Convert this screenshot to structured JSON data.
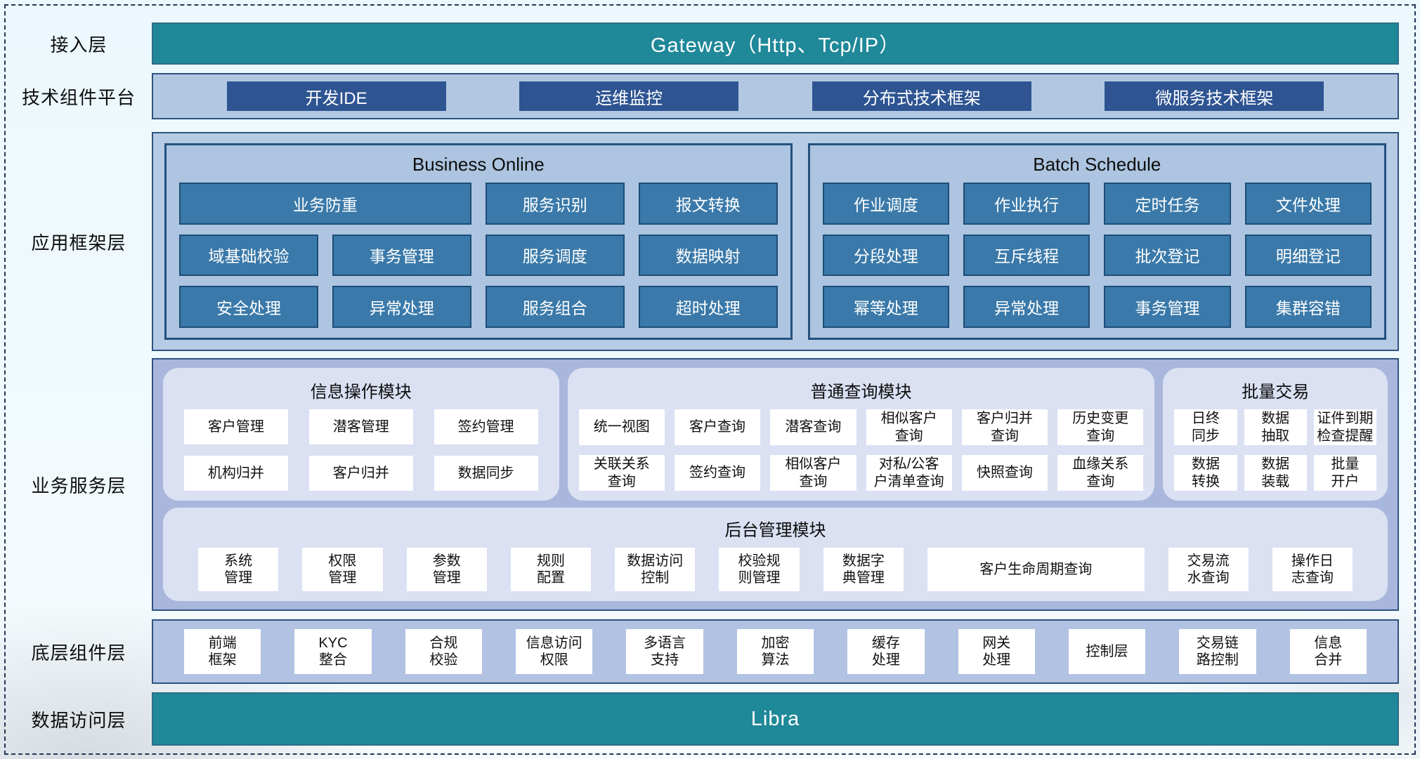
{
  "colors": {
    "teal_bar": "#1f8899",
    "navy_button": "#2e5492",
    "steel_button": "#3a79a9",
    "panel_light_blue": "#b6cbe4",
    "panel_periwinkle": "#a8b7db",
    "module_lavender": "#dbe1f3",
    "card_white": "#ffffff",
    "border_navy": "#2e5380"
  },
  "access": {
    "label": "接入层",
    "text": "Gateway（Http、Tcp/IP）"
  },
  "tech": {
    "label": "技术组件平台",
    "items": [
      "开发IDE",
      "运维监控",
      "分布式技术框架",
      "微服务技术框架"
    ]
  },
  "framework": {
    "label": "应用框架层",
    "online": {
      "title": "Business Online",
      "r1": [
        "业务防重",
        "服务识别",
        "报文转换"
      ],
      "r2": [
        "域基础校验",
        "事务管理",
        "服务调度",
        "数据映射"
      ],
      "r3": [
        "安全处理",
        "异常处理",
        "服务组合",
        "超时处理"
      ]
    },
    "batch": {
      "title": "Batch Schedule",
      "r1": [
        "作业调度",
        "作业执行",
        "定时任务",
        "文件处理"
      ],
      "r2": [
        "分段处理",
        "互斥线程",
        "批次登记",
        "明细登记"
      ],
      "r3": [
        "幂等处理",
        "异常处理",
        "事务管理",
        "集群容错"
      ]
    }
  },
  "business": {
    "label": "业务服务层",
    "info": {
      "title": "信息操作模块",
      "items": [
        "客户管理",
        "潜客管理",
        "签约管理",
        "机构归并",
        "客户归并",
        "数据同步"
      ]
    },
    "query": {
      "title": "普通查询模块",
      "items": [
        "统一视图",
        "客户查询",
        "潜客查询",
        "相似客户\n查询",
        "客户归并\n查询",
        "历史变更\n查询",
        "关联关系\n查询",
        "签约查询",
        "相似客户\n查询",
        "对私/公客\n户清单查询",
        "快照查询",
        "血缘关系\n查询"
      ]
    },
    "batchtx": {
      "title": "批量交易",
      "items": [
        "日终\n同步",
        "数据\n抽取",
        "证件到期\n检查提醒",
        "数据\n转换",
        "数据\n装载",
        "批量\n开户"
      ]
    },
    "admin": {
      "title": "后台管理模块",
      "items": [
        "系统\n管理",
        "权限\n管理",
        "参数\n管理",
        "规则\n配置",
        "数据访问\n控制",
        "校验规\n则管理",
        "数据字\n典管理",
        "客户生命周期查询",
        "交易流\n水查询",
        "操作日\n志查询"
      ]
    }
  },
  "base": {
    "label": "底层组件层",
    "items": [
      "前端\n框架",
      "KYC\n整合",
      "合规\n校验",
      "信息访问\n权限",
      "多语言\n支持",
      "加密\n算法",
      "缓存\n处理",
      "网关\n处理",
      "控制层",
      "交易链\n路控制",
      "信息\n合并"
    ]
  },
  "data": {
    "label": "数据访问层",
    "text": "Libra"
  }
}
